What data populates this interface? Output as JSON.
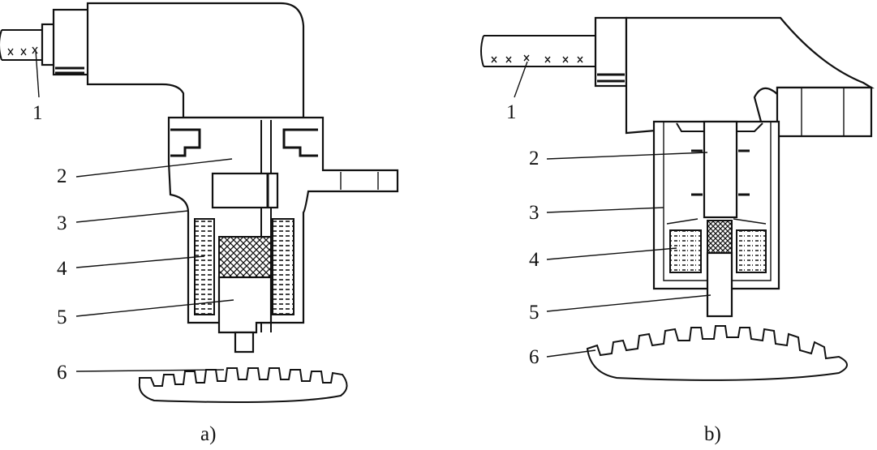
{
  "figure_a": {
    "caption": "a)",
    "labels": [
      "1",
      "2",
      "3",
      "4",
      "5",
      "6"
    ]
  },
  "figure_b": {
    "caption": "b)",
    "labels": [
      "1",
      "2",
      "3",
      "4",
      "5",
      "6"
    ]
  }
}
